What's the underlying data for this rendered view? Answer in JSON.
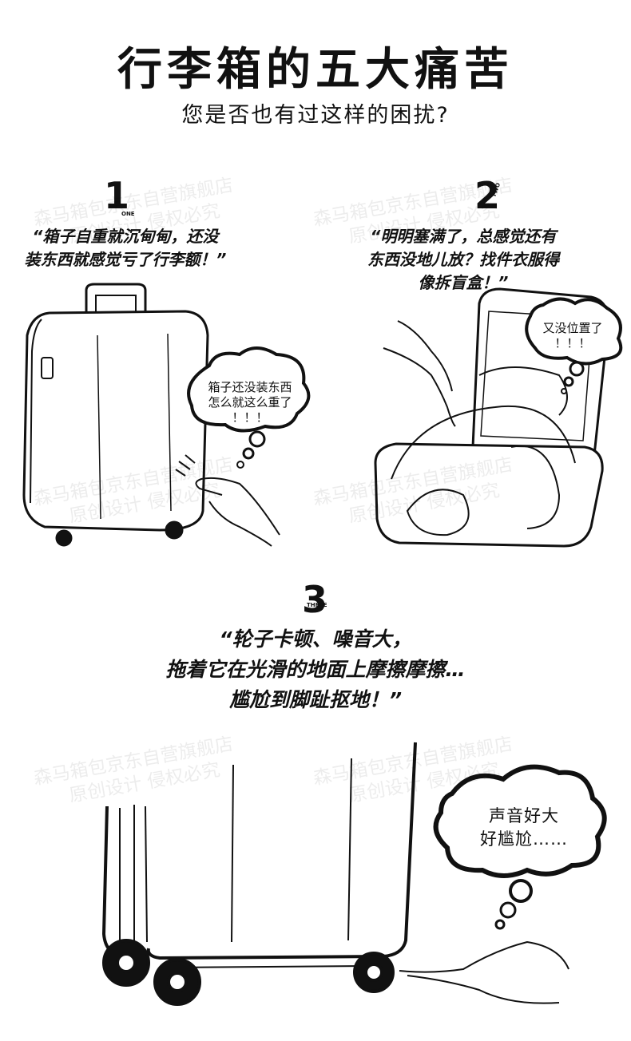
{
  "header": {
    "title": "行李箱的五大痛苦",
    "subtitle": "您是否也有过这样的困扰?"
  },
  "panels": [
    {
      "number": "1",
      "number_caption": "ONE",
      "quote_lines": [
        "“箱子自重就沉甸甸，还没",
        "装东西就感觉亏了行李额！”"
      ],
      "bubble_lines": [
        "箱子还没装东西",
        "怎么就这么重了",
        "！！！"
      ]
    },
    {
      "number": "2",
      "number_caption": "TWO",
      "quote_lines": [
        "“明明塞满了，总感觉还有",
        "东西没地儿放？找件衣服得",
        "像拆盲盒！”"
      ],
      "bubble_lines": [
        "又没位置了",
        "！！！"
      ]
    },
    {
      "number": "3",
      "number_caption": "THREE",
      "quote_lines": [
        "“轮子卡顿、噪音大，",
        "拖着它在光滑的地面上摩擦摩擦…",
        "尴尬到脚趾抠地！”"
      ],
      "bubble_lines": [
        "声音好大",
        "好尴尬……"
      ]
    }
  ],
  "watermark": {
    "line1": "森马箱包京东自营旗舰店",
    "line2": "原创设计 侵权必究"
  }
}
